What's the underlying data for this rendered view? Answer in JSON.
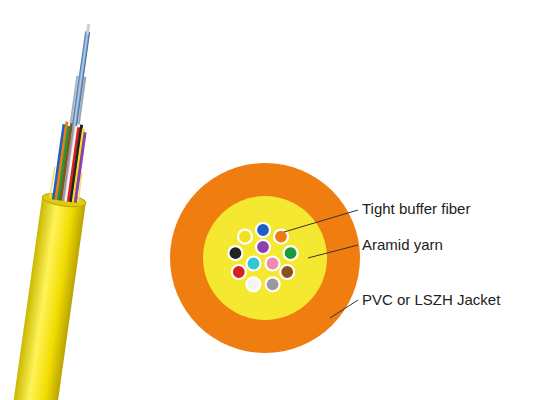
{
  "diagram": {
    "labels": [
      "Tight buffer fiber",
      "Aramid yarn",
      "PVC or LSZH Jacket"
    ]
  }
}
